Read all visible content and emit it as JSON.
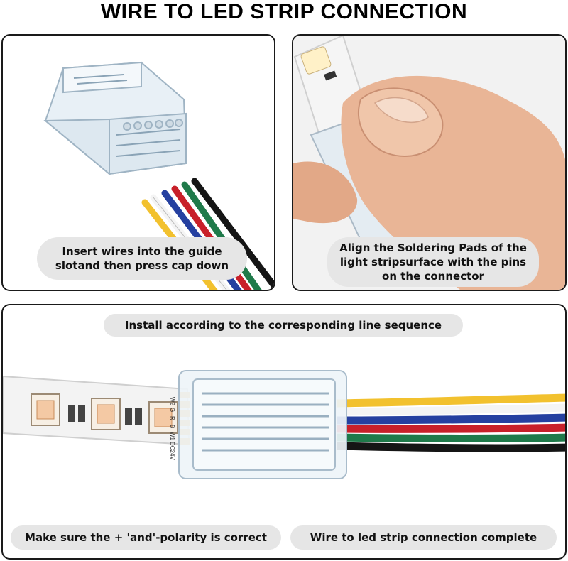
{
  "title": "WIRE TO LED STRIP CONNECTION",
  "steps": {
    "insert": "Insert wires into the guide slotand then press cap down",
    "align": "Align the Soldering Pads of the light stripsurface with the pins on the connector",
    "install": "Install according to the corresponding line sequence",
    "polarity": "Make sure the + 'and'-polarity is correct",
    "complete": "Wire to led strip connection complete"
  },
  "strip_pin_labels": [
    "W2",
    "G",
    "R",
    "B",
    "W1",
    "DC24V"
  ],
  "wire_colors": {
    "yellow": "#f2c12e",
    "white": "#f4f4f4",
    "blue": "#2540a0",
    "red": "#c8202a",
    "green": "#1f7a4a",
    "black": "#151515"
  }
}
